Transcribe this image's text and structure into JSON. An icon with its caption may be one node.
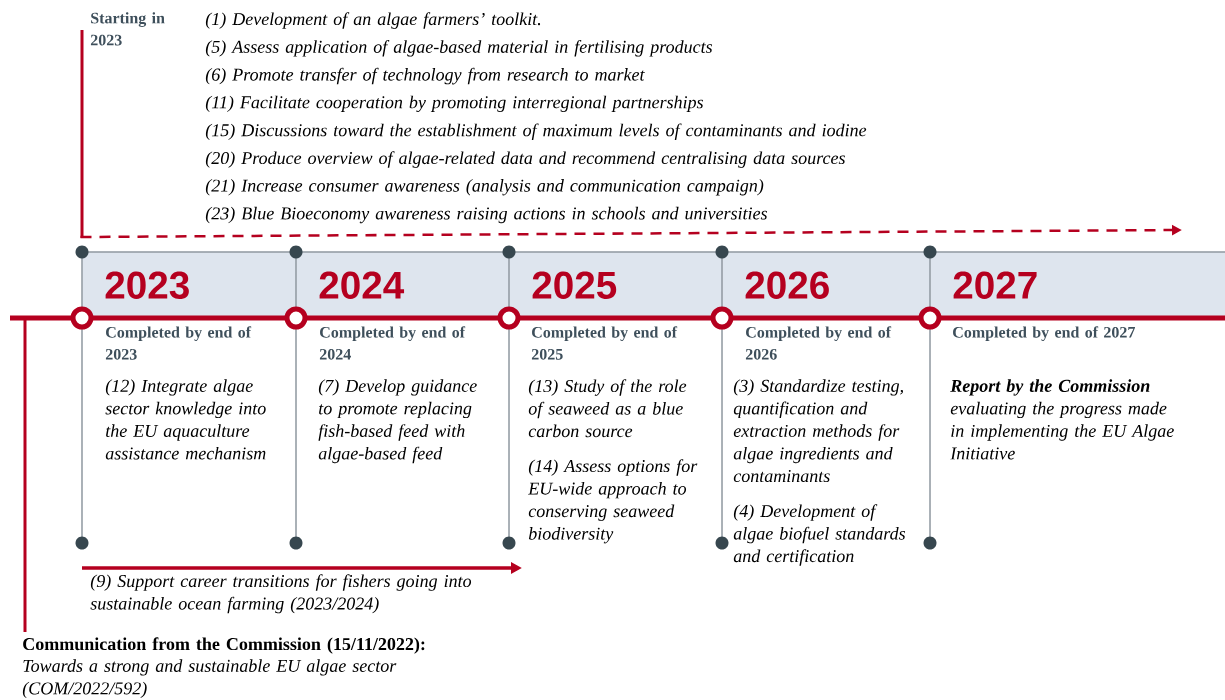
{
  "diagram": {
    "nodes": [
      {
        "text": [
          "2023"
        ]
      },
      {
        "text": [
          "2024"
        ]
      },
      {
        "text": [
          "2025"
        ]
      },
      {
        "text": [
          "2026"
        ]
      },
      {
        "text": [
          "2027"
        ]
      }
    ],
    "labels": [
      "Starting in 2023",
      "(1) Development of an algae farmers’ toolkit.",
      "(5) Assess application of algae-based material in fertilising products",
      "(6) Promote transfer of technology from research to market",
      "(11) Facilitate cooperation by promoting interregional partnerships",
      "(15) Discussions toward the establishment of maximum levels of contaminants and iodine",
      "(20) Produce overview of algae-related data and recommend centralising data sources",
      "(21) Increase consumer awareness (analysis and communication campaign)",
      "(23) Blue Bioeconomy awareness raising actions in schools and universities",
      "Completed by end of 2023",
      "(12) Integrate algae sector knowledge into the EU aquaculture assistance mechanism",
      "Completed by end of 2024",
      "(7) Develop guidance to promote replacing fish-based feed with algae-based feed",
      "Completed by end of 2025",
      "(13) Study of the role of seaweed as a blue carbon source",
      "(14) Assess options for EU-wide approach to conserving seaweed biodiversity",
      "Completed by end of 2026",
      "(3) Standardize testing, quantification and extraction methods for algae ingredients and contaminants",
      "(4) Development of algae biofuel standards and certification",
      "Completed by end of 2027",
      "**Report by the Commission** evaluating the progress made in implementing the EU Algae Initiative",
      "(9) Support career transitions for fishers going into sustainable ocean farming (2023/2024)",
      "**Communication from the Commission (15/11/2022)**:",
      "Towards a strong and sustainable EU algae sector (COM/2022/592)"
    ]
  }
}
